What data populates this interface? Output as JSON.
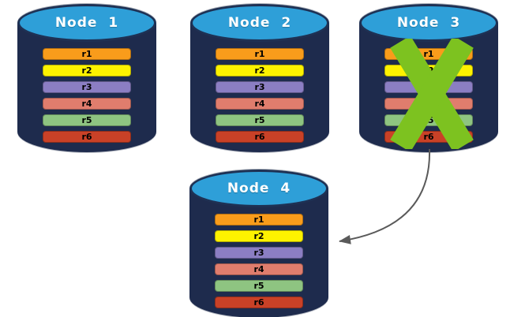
{
  "diagram": {
    "type": "database-replication-failover",
    "colors": {
      "background": "#FFFFFF",
      "cylinder_body": "#1E2B4D",
      "cylinder_top": "#2E9FD8",
      "node_label_text": "#FFFFFF",
      "row_label_text": "#000000",
      "failure_x": "#7DC220",
      "arrow": "#5A5A5A"
    },
    "nodes": [
      {
        "label": "Node 1",
        "failed": false,
        "rows": [
          {
            "label": "r1",
            "color": "#F99C1B"
          },
          {
            "label": "r2",
            "color": "#FDF200"
          },
          {
            "label": "r3",
            "color": "#8B7EC3"
          },
          {
            "label": "r4",
            "color": "#E07D6D"
          },
          {
            "label": "r5",
            "color": "#8EC481"
          },
          {
            "label": "r6",
            "color": "#C94127"
          }
        ]
      },
      {
        "label": "Node 2",
        "failed": false,
        "rows": [
          {
            "label": "r1",
            "color": "#F99C1B"
          },
          {
            "label": "r2",
            "color": "#FDF200"
          },
          {
            "label": "r3",
            "color": "#8B7EC3"
          },
          {
            "label": "r4",
            "color": "#E07D6D"
          },
          {
            "label": "r5",
            "color": "#8EC481"
          },
          {
            "label": "r6",
            "color": "#C94127"
          }
        ]
      },
      {
        "label": "Node 3",
        "failed": true,
        "rows": [
          {
            "label": "r1",
            "color": "#F99C1B"
          },
          {
            "label": "r2",
            "color": "#FDF200"
          },
          {
            "label": "r3",
            "color": "#8B7EC3"
          },
          {
            "label": "r4",
            "color": "#E07D6D"
          },
          {
            "label": "r5",
            "color": "#8EC481"
          },
          {
            "label": "r6",
            "color": "#C94127"
          }
        ]
      },
      {
        "label": "Node 4",
        "failed": false,
        "rows": [
          {
            "label": "r1",
            "color": "#F99C1B"
          },
          {
            "label": "r2",
            "color": "#FDF200"
          },
          {
            "label": "r3",
            "color": "#8B7EC3"
          },
          {
            "label": "r4",
            "color": "#E07D6D"
          },
          {
            "label": "r5",
            "color": "#8EC481"
          },
          {
            "label": "r6",
            "color": "#C94127"
          }
        ]
      }
    ],
    "arrow": {
      "from": "Node 3",
      "to": "Node 4"
    }
  }
}
